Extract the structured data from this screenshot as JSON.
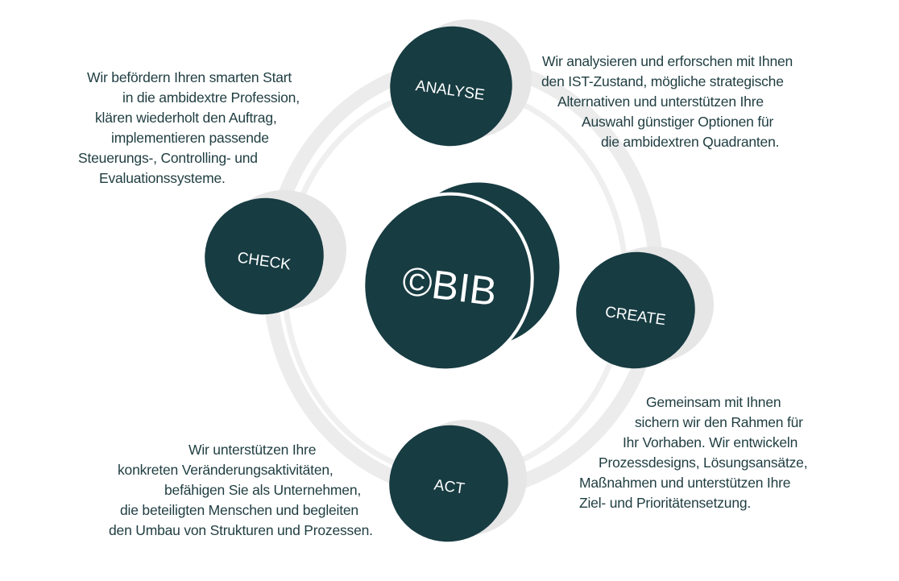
{
  "colors": {
    "disc": "#173c42",
    "ring": "#e9e9e9",
    "text": "#1f3d41"
  },
  "center": {
    "label": "©BIB"
  },
  "nodes": {
    "analyse": "ANALYSE",
    "check": "CHECK",
    "create": "CREATE",
    "act": "ACT"
  },
  "texts": {
    "check": [
      "Wir befördern Ihren smarten Start",
      "in die ambidextre Profession,",
      "klären wiederholt den Auftrag,",
      "implementieren passende",
      "Steuerungs-, Controlling- und",
      "Evaluationssysteme."
    ],
    "analyse": [
      "Wir analysieren und erforschen mit Ihnen",
      "den IST-Zustand, mögliche strategische",
      "Alternativen und unterstützen Ihre",
      "Auswahl günstiger Optionen für",
      "die ambidextren Quadranten."
    ],
    "create": [
      "Gemeinsam mit Ihnen",
      "sichern wir den Rahmen für",
      "Ihr Vorhaben. Wir entwickeln",
      "Prozessdesigns, Lösungsansätze,",
      "Maßnahmen und unterstützen Ihre",
      "Ziel- und Prioritätensetzung."
    ],
    "act": [
      "Wir unterstützen Ihre",
      "konkreten Veränderungsaktivitäten,",
      "befähigen Sie als Unternehmen,",
      "die beteiligten Menschen und begleiten",
      "den Umbau von Strukturen und Prozessen."
    ]
  }
}
